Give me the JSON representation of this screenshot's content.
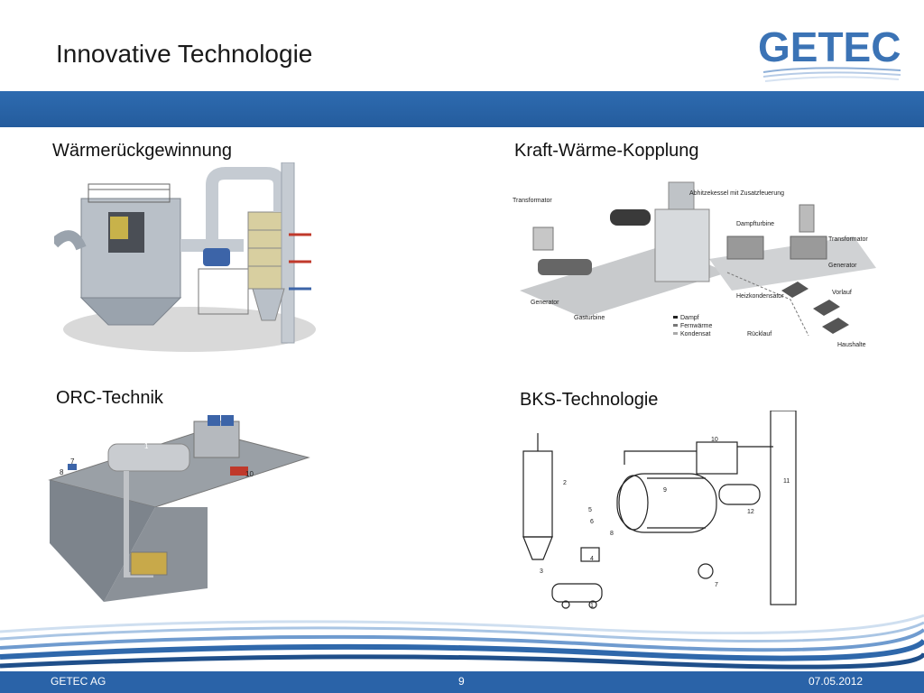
{
  "slide": {
    "title": "Innovative Technologie",
    "logo_text": "GETEC",
    "sections": {
      "waermerueckgewinnung": "Wärmerückgewinnung",
      "kwk": "Kraft-Wärme-Kopplung",
      "orc": "ORC-Technik",
      "bks": "BKS-Technologie"
    },
    "kwk_diagram": {
      "transformator_left": "Transformator",
      "abhitzekessel": "Abhitzekessel mit Zusatzfeuerung",
      "dampfturbine": "Dampfturbine",
      "transformator_right": "Transformator",
      "generator_right": "Generator",
      "generator_left": "Generator",
      "gasturbine": "Gasturbine",
      "heizkondensator": "Heizkondensator",
      "vorlauf": "Vorlauf",
      "ruecklauf": "Rücklauf",
      "haushalte": "Haushalte",
      "legend": [
        "Dampf",
        "Fernwärme",
        "Kondensat"
      ]
    },
    "bks_numbers": [
      "1",
      "2",
      "3",
      "4",
      "5",
      "6",
      "7",
      "8",
      "9",
      "10",
      "11",
      "12"
    ],
    "orc_numbers": [
      "1",
      "7",
      "8",
      "10"
    ]
  },
  "footer": {
    "company": "GETEC AG",
    "page": "9",
    "date": "07.05.2012"
  },
  "colors": {
    "brand_blue": "#2a63a8",
    "logo_blue": "#3b73b5"
  }
}
